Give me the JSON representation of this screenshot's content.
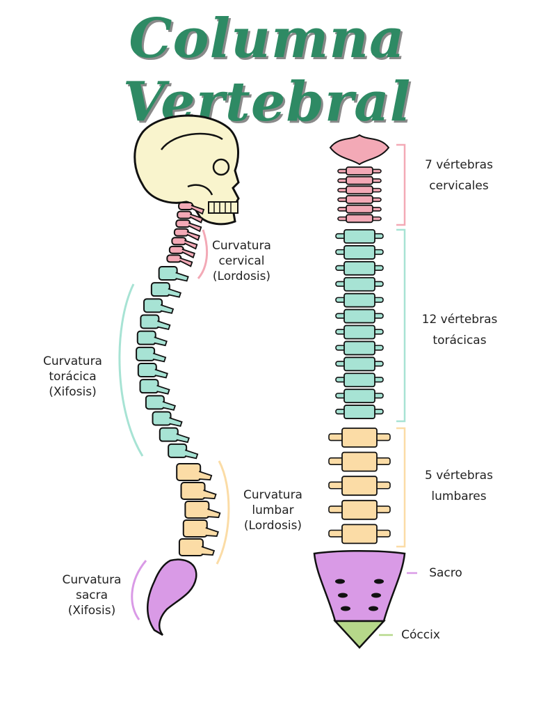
{
  "title": "Columna Vertebral",
  "colors": {
    "title": "#2e8a64",
    "cervical": "#f3a9b6",
    "thoracic": "#a7e3d4",
    "lumbar": "#fbdca6",
    "sacrum": "#d99ae6",
    "coccyx": "#b6d88a",
    "skull": "#f9f4cd",
    "outline": "#111111"
  },
  "left_labels": {
    "cervical": {
      "line1": "Curvatura",
      "line2": "cervical",
      "line3": "(Lordosis)"
    },
    "thoracic": {
      "line1": "Curvatura",
      "line2": "torácica",
      "line3": "(Xifosis)"
    },
    "lumbar": {
      "line1": "Curvatura",
      "line2": "lumbar",
      "line3": "(Lordosis)"
    },
    "sacral": {
      "line1": "Curvatura",
      "line2": "sacra",
      "line3": "(Xifosis)"
    }
  },
  "right_labels": {
    "cervical": {
      "line1": "7 vértebras",
      "line2": "cervicales"
    },
    "thoracic": {
      "line1": "12 vértebras",
      "line2": "torácicas"
    },
    "lumbar": {
      "line1": "5 vértebras",
      "line2": "lumbares"
    },
    "sacro": "Sacro",
    "coccix": "Cóccix"
  }
}
